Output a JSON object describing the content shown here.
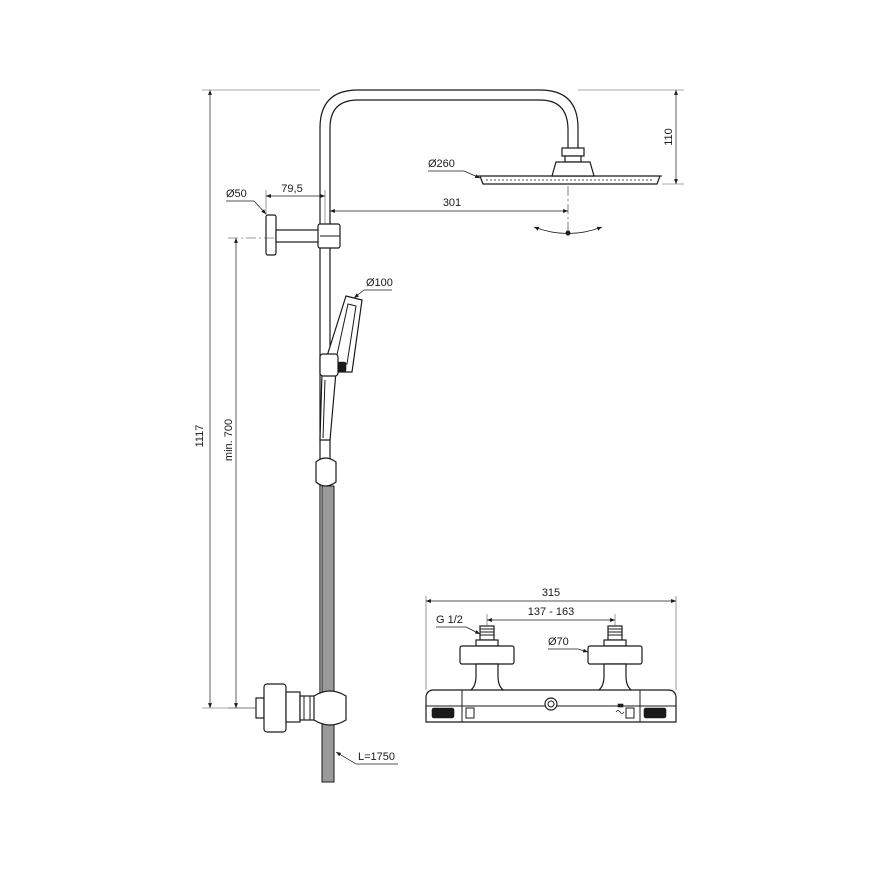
{
  "dimensions": {
    "overall_height": "1117",
    "min_height": "min. 700",
    "head_drop": "110",
    "head_diameter": "Ø260",
    "arm_projection": "301",
    "wall_offset": "79,5",
    "bracket_diameter": "Ø50",
    "hand_shower_diameter": "Ø100",
    "hose_length": "L=1750",
    "mixer_width": "315",
    "inlet_spacing": "137 - 163",
    "inlet_thread": "G 1/2",
    "escutcheon_diameter": "Ø70"
  }
}
